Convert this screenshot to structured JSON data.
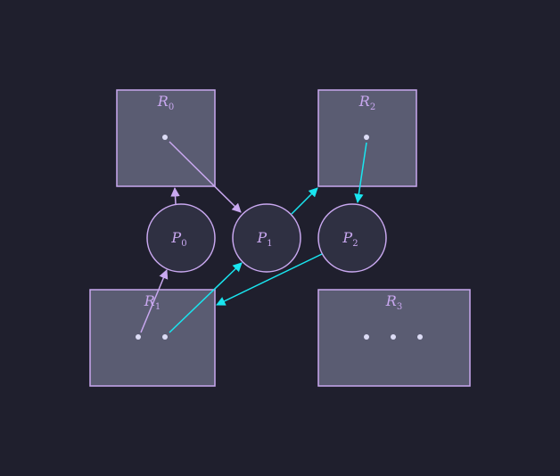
{
  "colors": {
    "background": "#1f1f2d",
    "resource_fill": "#5a5c72",
    "resource_stroke": "#c9a8f0",
    "process_fill": "#2f3042",
    "process_stroke": "#c9a8f0",
    "label": "#c9a8f0",
    "dot": "#dcdcf5",
    "request_edge": "#c9a8f0",
    "assignment_edge": "#19e6f0"
  },
  "resources": [
    {
      "letter": "R",
      "sub": "0",
      "instances": 1
    },
    {
      "letter": "R",
      "sub": "1",
      "instances": 2
    },
    {
      "letter": "R",
      "sub": "2",
      "instances": 1
    },
    {
      "letter": "R",
      "sub": "3",
      "instances": 3
    }
  ],
  "processes": [
    {
      "letter": "P",
      "sub": "0"
    },
    {
      "letter": "P",
      "sub": "1"
    },
    {
      "letter": "P",
      "sub": "2"
    }
  ]
}
